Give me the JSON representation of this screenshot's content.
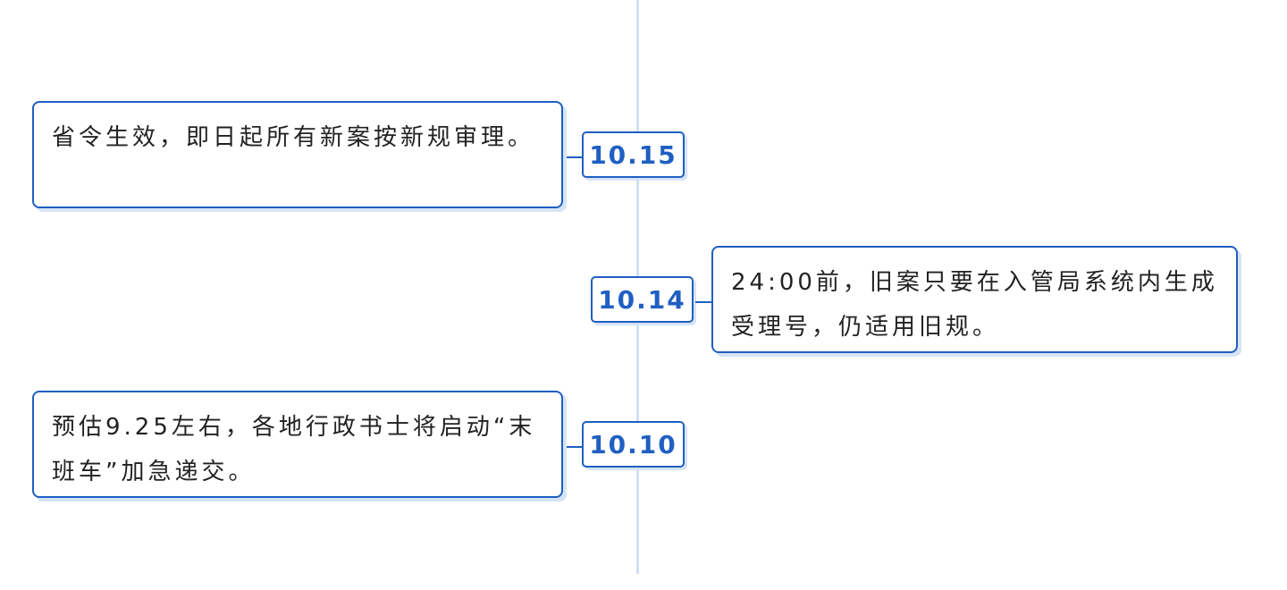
{
  "timeline": {
    "events": [
      {
        "date": "10.15",
        "text": "省令生效，即日起所有新案按新规审理。",
        "side": "left"
      },
      {
        "date": "10.14",
        "text": "24:00前，旧案只要在入管局系统内生成受理号，仍适用旧规。",
        "side": "right"
      },
      {
        "date": "10.10",
        "text": "预估9.25左右，各地行政书士将启动“末班车”加急递交。",
        "side": "left"
      }
    ]
  }
}
